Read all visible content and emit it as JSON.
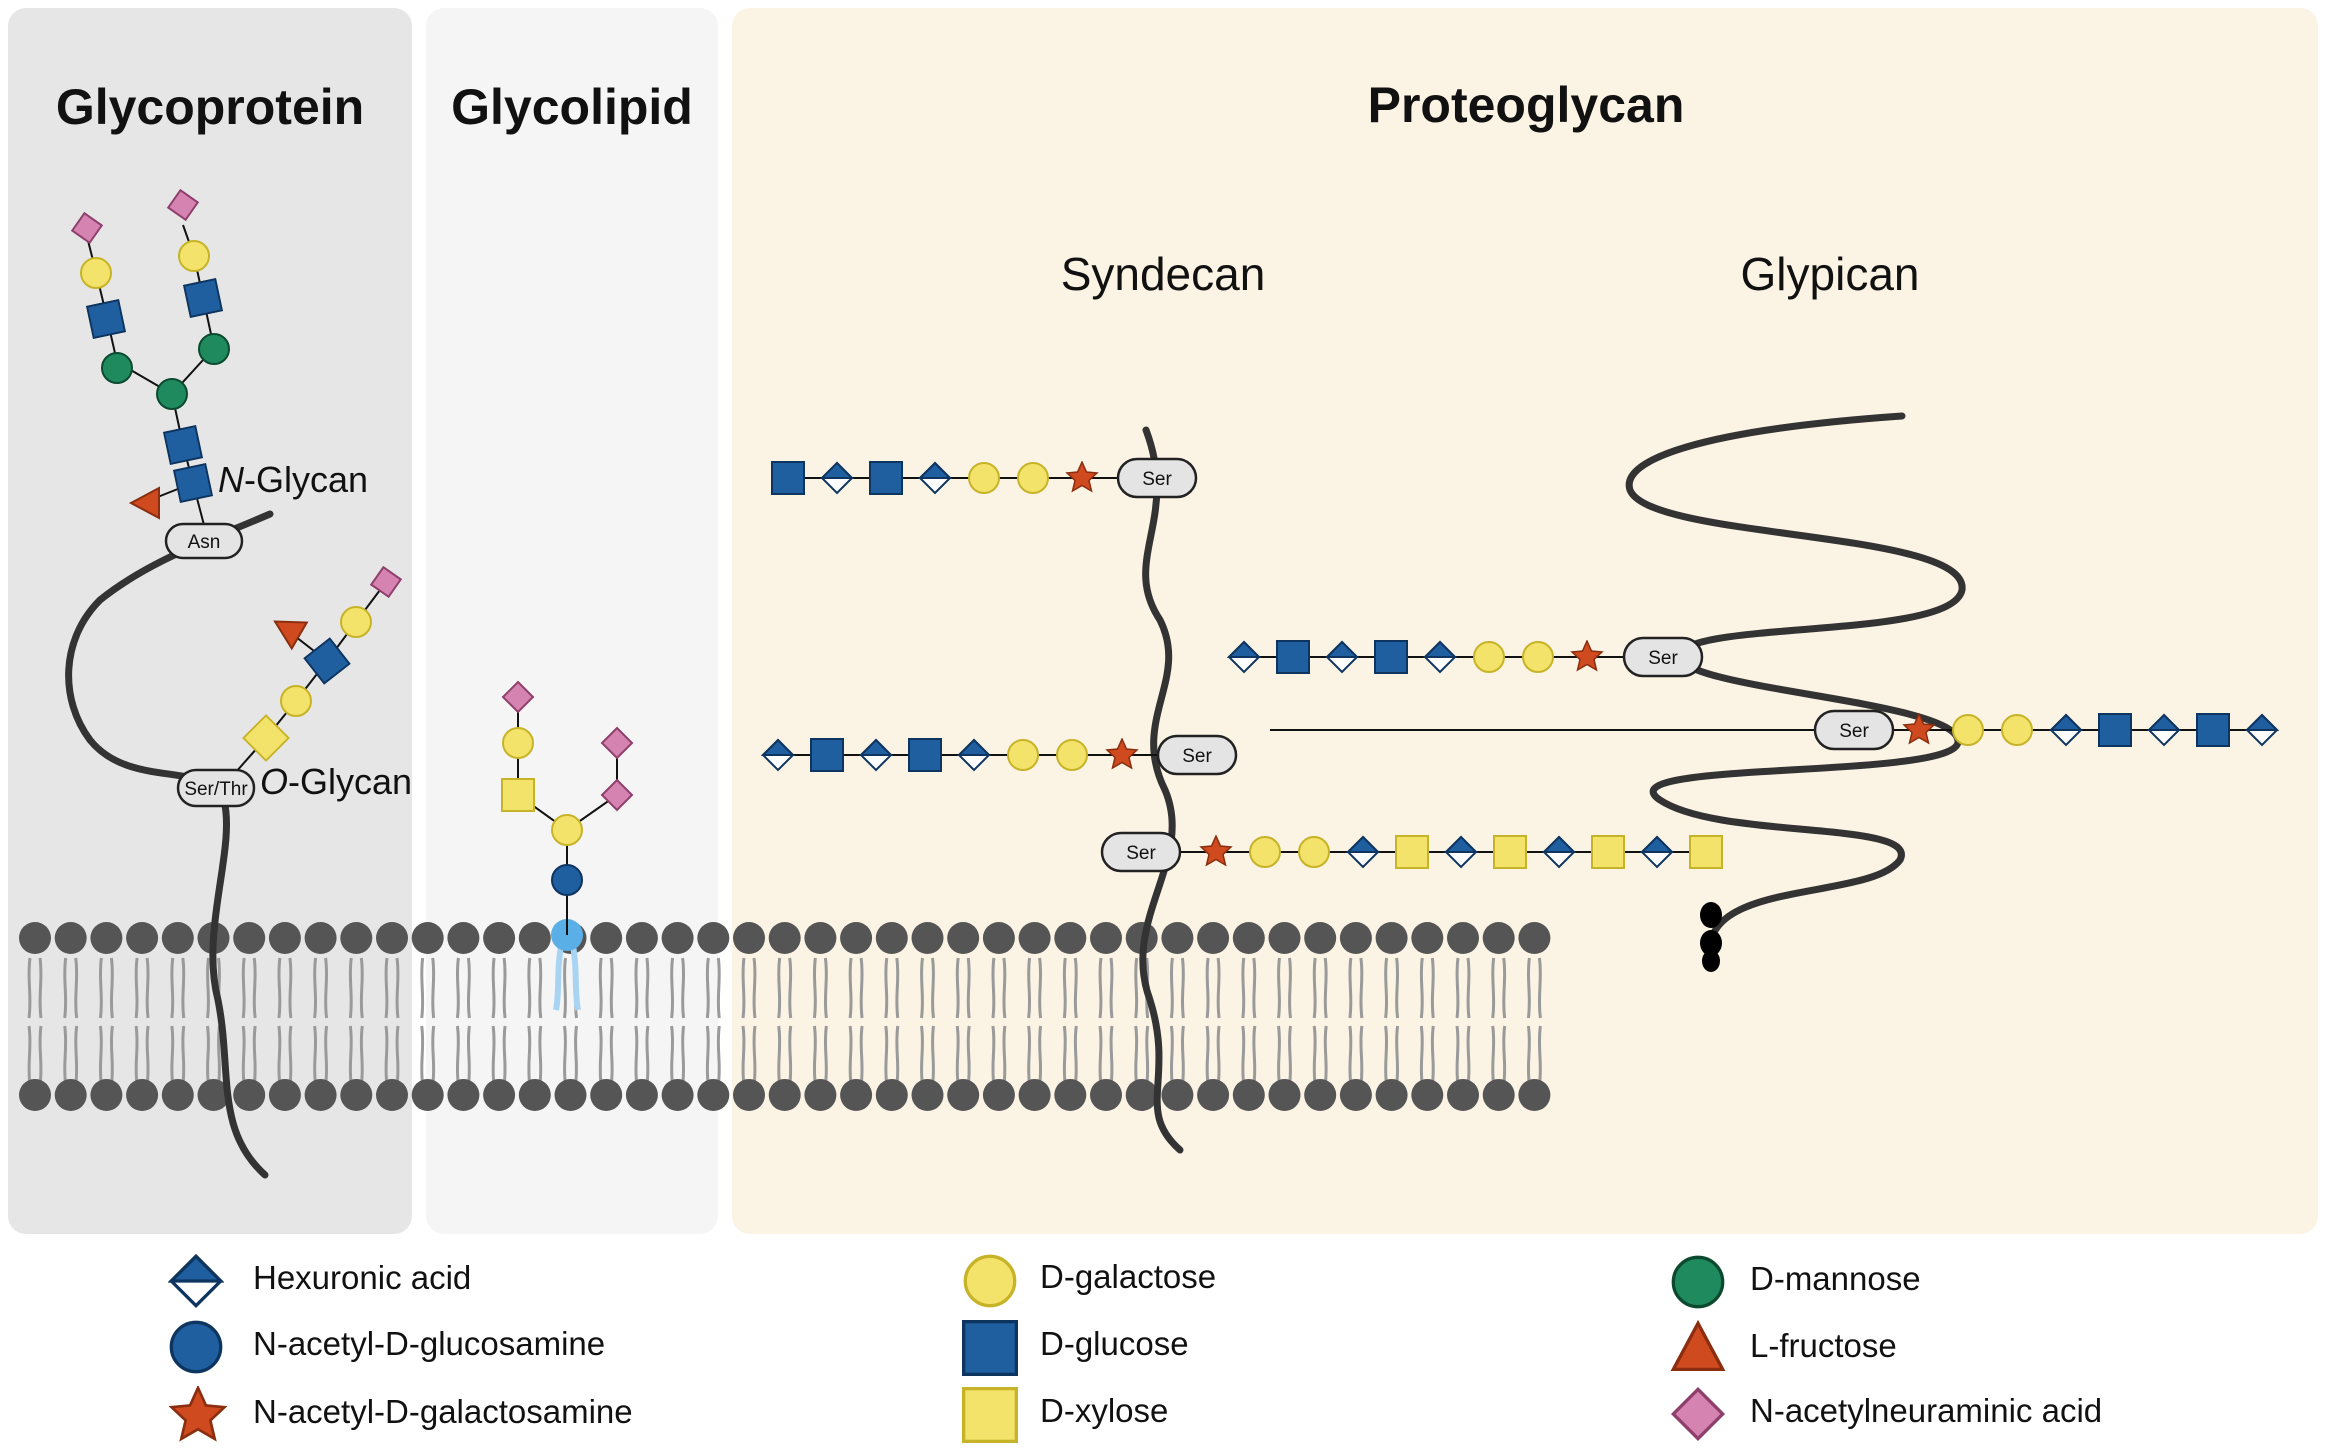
{
  "panels": {
    "glycoprotein": "Glycoprotein",
    "glycolipid": "Glycolipid",
    "proteoglycan": "Proteoglycan"
  },
  "subtitles": {
    "syndecan": "Syndecan",
    "glypican": "Glypican"
  },
  "labels": {
    "n_glycan_prefix": "N",
    "n_glycan_suffix": "-Glycan",
    "o_glycan_prefix": "O",
    "o_glycan_suffix": "-Glycan"
  },
  "anchors": {
    "asn": "Asn",
    "ser_thr": "Ser/Thr",
    "ser": "Ser"
  },
  "legend": [
    {
      "label": "Hexuronic acid",
      "icon": "hexuronic-acid-icon"
    },
    {
      "label": "N-acetyl-D-glucosamine",
      "icon": "n-acetyl-glucosamine-icon"
    },
    {
      "label": "N-acetyl-D-galactosamine",
      "icon": "n-acetyl-galactosamine-icon"
    },
    {
      "label": "D-galactose",
      "icon": "galactose-icon"
    },
    {
      "label": "D-glucose",
      "icon": "glucose-icon"
    },
    {
      "label": "D-xylose",
      "icon": "xylose-icon"
    },
    {
      "label": "D-mannose",
      "icon": "mannose-icon"
    },
    {
      "label": "L-fructose",
      "icon": "fructose-icon"
    },
    {
      "label": "N-acetylneuraminic acid",
      "icon": "neuraminic-acid-icon"
    }
  ],
  "colors": {
    "glycoprotein_bg": "#e6e6e6",
    "glycolipid_bg": "#f5f5f5",
    "proteoglycan_bg": "#fbf3e4",
    "blue": "#1f5fa0",
    "yellow": "#f3e36a",
    "green": "#1f8a5e",
    "red": "#cf4a1e",
    "orange_star": "#e9952f",
    "pink": "#d583b1",
    "lipid": "#555555",
    "light_blue": "#5aafe6"
  }
}
